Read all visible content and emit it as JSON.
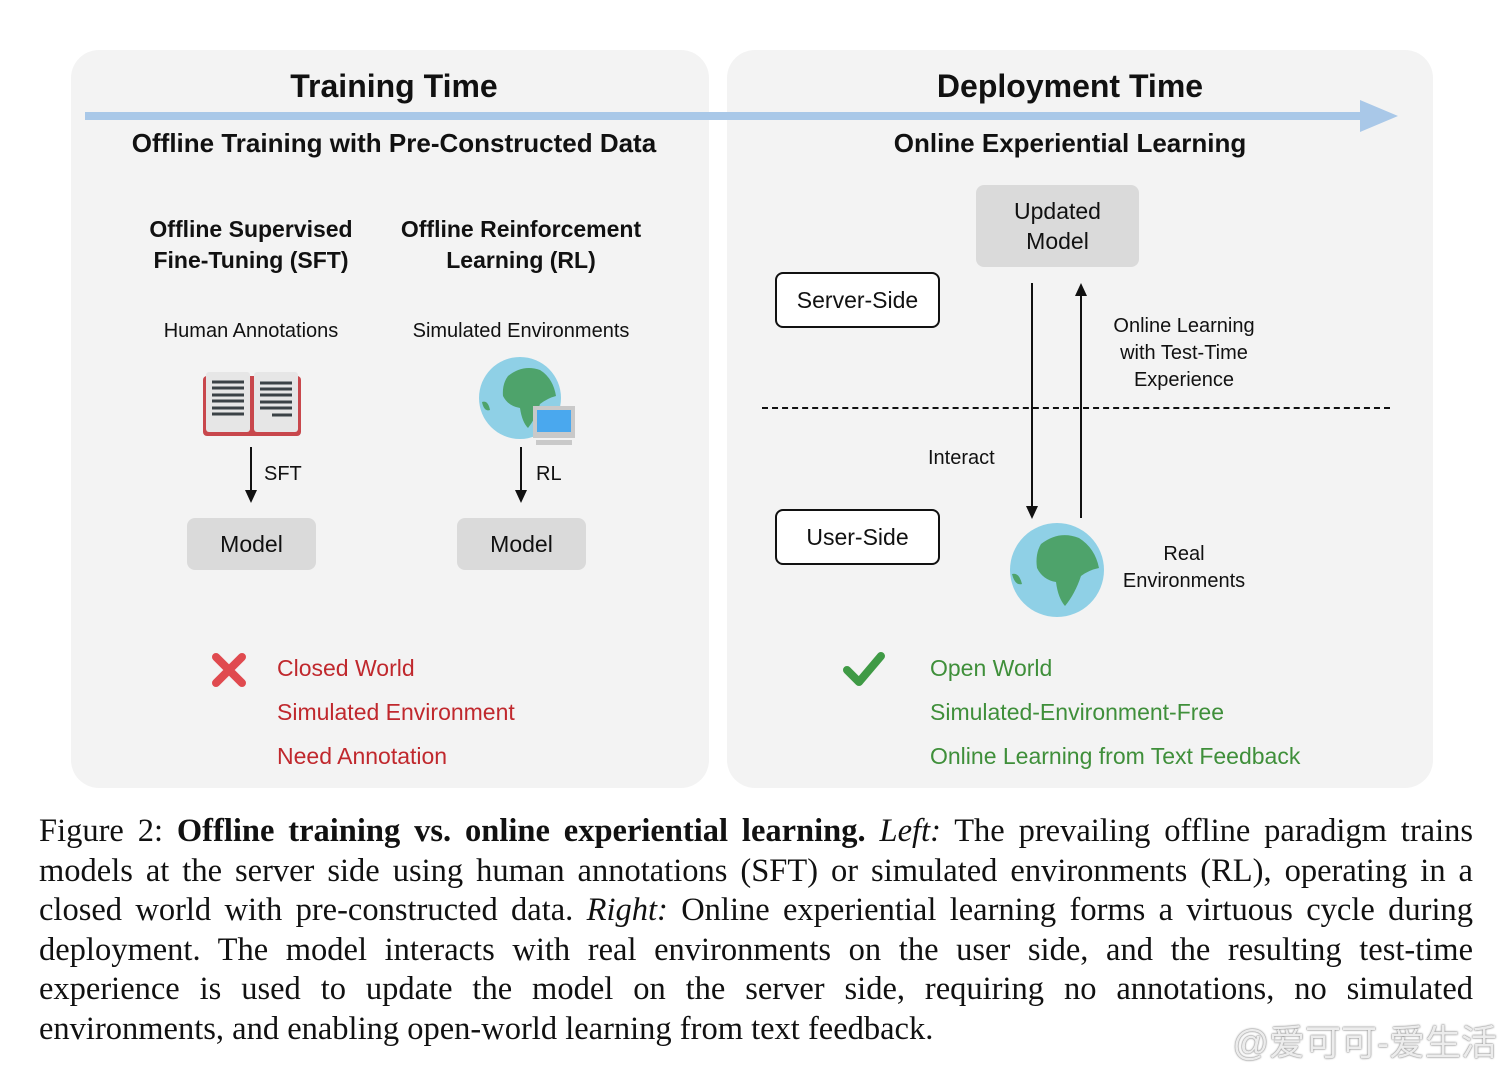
{
  "left": {
    "title": "Training Time",
    "subtitle": "Offline Training with Pre-Constructed Data",
    "sft": {
      "heading_line1": "Offline Supervised",
      "heading_line2": "Fine-Tuning (SFT)",
      "source": "Human Annotations",
      "arrow_label": "SFT",
      "model": "Model",
      "icon": "book-icon"
    },
    "rl": {
      "heading_line1": "Offline Reinforcement",
      "heading_line2": "Learning (RL)",
      "source": "Simulated Environments",
      "arrow_label": "RL",
      "model": "Model",
      "icon": "globe-computer-icon"
    },
    "cons": [
      "Closed World",
      "Simulated Environment",
      "Need Annotation"
    ]
  },
  "right": {
    "title": "Deployment Time",
    "subtitle": "Online Experiential Learning",
    "updated_model_line1": "Updated",
    "updated_model_line2": "Model",
    "server_side": "Server-Side",
    "user_side": "User-Side",
    "interact": "Interact",
    "online_learning": [
      "Online Learning",
      "with Test-Time",
      "Experience"
    ],
    "real_env": [
      "Real",
      "Environments"
    ],
    "pros": [
      "Open World",
      "Simulated-Environment-Free",
      "Online Learning from Text Feedback"
    ]
  },
  "caption": {
    "label": "Figure 2:",
    "title": "Offline training vs. online experiential learning.",
    "left_label": "Left:",
    "left_text": "The prevailing offline paradigm trains models at the server side using human annotations (SFT) or simulated environments (RL), operating in a closed world with pre-constructed data.",
    "right_label": "Right:",
    "right_text": "Online experiential learning forms a virtuous cycle during deployment. The model interacts with real environments on the user side, and the resulting test-time experience is used to update the model on the server side, requiring no annotations, no simulated environments, and enabling open-world learning from text feedback."
  },
  "watermark": "@爱可可-爱生活",
  "colors": {
    "arrow": "#a9c8e8",
    "red": "#c0282d",
    "green": "#3f8f3a",
    "panel": "#f3f3f3"
  }
}
